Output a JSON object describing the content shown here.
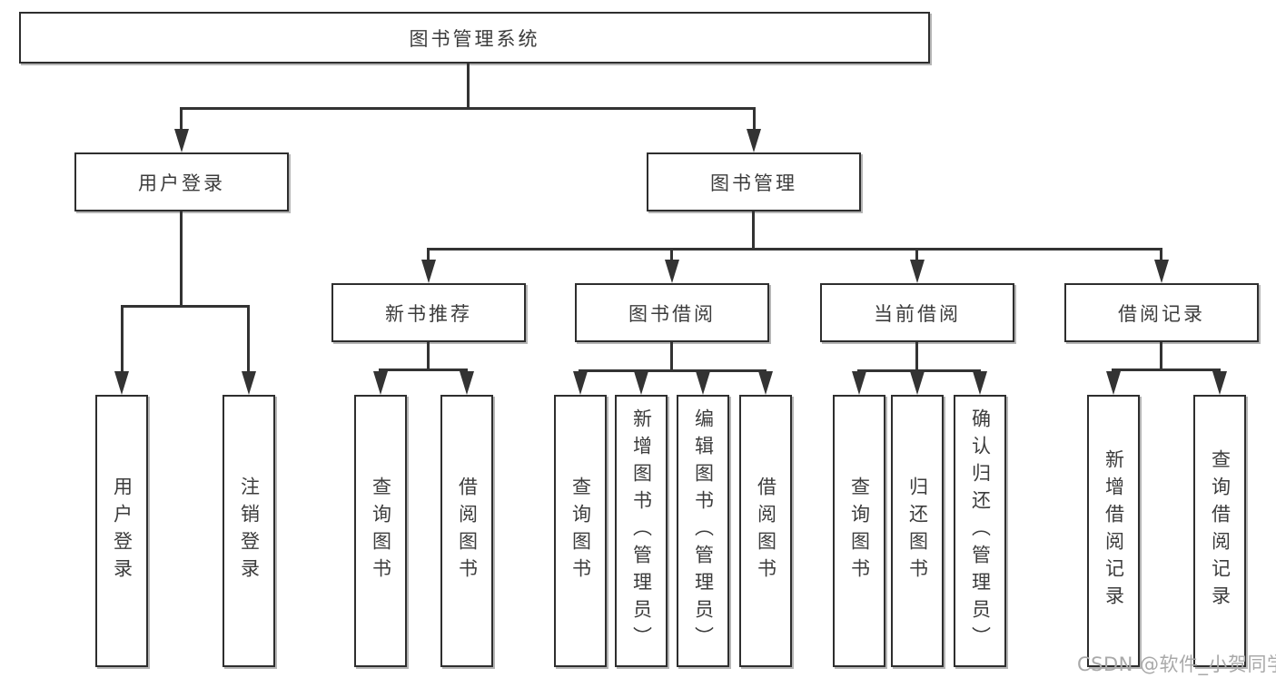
{
  "diagram": {
    "title_node": "图书管理系统",
    "root": {
      "label": "图书管理系统"
    },
    "level2": [
      {
        "label": "用户登录"
      },
      {
        "label": "图书管理"
      }
    ],
    "level3": [
      {
        "label": "新书推荐"
      },
      {
        "label": "图书借阅"
      },
      {
        "label": "当前借阅"
      },
      {
        "label": "借阅记录"
      }
    ],
    "leaves": {
      "login": [
        {
          "label": "用户登录"
        },
        {
          "label": "注销登录"
        }
      ],
      "recommend": [
        {
          "label": "查询图书"
        },
        {
          "label": "借阅图书"
        }
      ],
      "borrow": [
        {
          "label": "查询图书"
        },
        {
          "label": "新增图书（管理员）"
        },
        {
          "label": "编辑图书（管理员）"
        },
        {
          "label": "借阅图书"
        }
      ],
      "current": [
        {
          "label": "查询图书"
        },
        {
          "label": "归还图书"
        },
        {
          "label": "确认归还（管理员）"
        }
      ],
      "records": [
        {
          "label": "新增借阅记录"
        },
        {
          "label": "查询借阅记录"
        }
      ]
    }
  },
  "watermark": {
    "text": "CSDN @软件_小贺同学"
  },
  "colors": {
    "line": "#333333",
    "border": "#2e2e2e",
    "text": "#3c3c3c",
    "watermark": "#a9a9a9",
    "background": "#ffffff"
  }
}
